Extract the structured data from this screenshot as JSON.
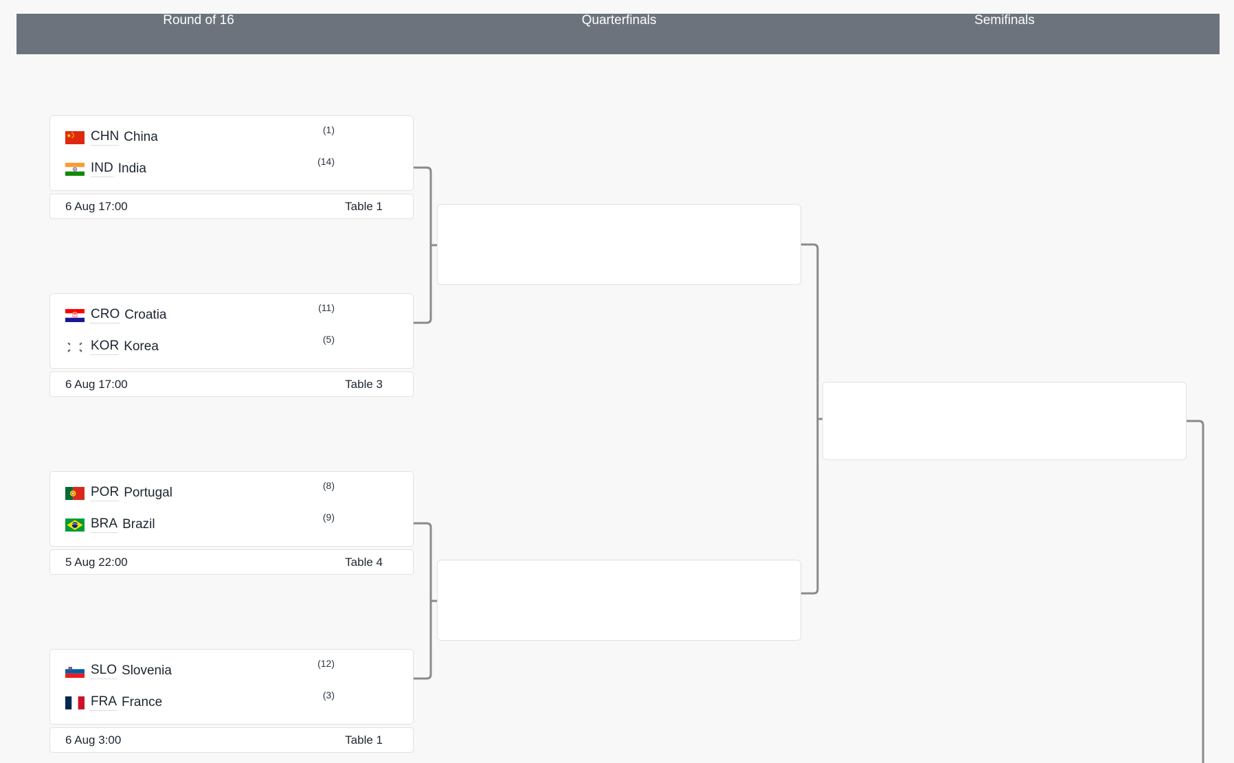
{
  "header": {
    "rounds": [
      {
        "label": "Round of 16"
      },
      {
        "label": "Quarterfinals"
      },
      {
        "label": "Semifinals"
      }
    ],
    "bar_color": "#6c737d",
    "text_color": "#ffffff"
  },
  "page": {
    "background": "#f8f8f8",
    "card_background": "#ffffff",
    "card_border": "#e2e2e2",
    "connector_color": "#8a8a8a"
  },
  "rounds": {
    "round_of_16": {
      "name": "Round of 16",
      "matches": [
        {
          "teams": [
            {
              "code": "CHN",
              "name": "China",
              "seed": "(1)",
              "flag": "flag-china"
            },
            {
              "code": "IND",
              "name": "India",
              "seed": "(14)",
              "flag": "flag-india"
            }
          ],
          "date": "6 Aug 17:00",
          "table": "Table 1"
        },
        {
          "teams": [
            {
              "code": "CRO",
              "name": "Croatia",
              "seed": "(11)",
              "flag": "flag-croatia"
            },
            {
              "code": "KOR",
              "name": "Korea",
              "seed": "(5)",
              "flag": "flag-korea"
            }
          ],
          "date": "6 Aug 17:00",
          "table": "Table 3"
        },
        {
          "teams": [
            {
              "code": "POR",
              "name": "Portugal",
              "seed": "(8)",
              "flag": "flag-portugal"
            },
            {
              "code": "BRA",
              "name": "Brazil",
              "seed": "(9)",
              "flag": "flag-brazil"
            }
          ],
          "date": "5 Aug 22:00",
          "table": "Table 4"
        },
        {
          "teams": [
            {
              "code": "SLO",
              "name": "Slovenia",
              "seed": "(12)",
              "flag": "flag-slovenia"
            },
            {
              "code": "FRA",
              "name": "France",
              "seed": "(3)",
              "flag": "flag-france"
            }
          ],
          "date": "6 Aug 3:00",
          "table": "Table 1"
        }
      ]
    },
    "quarterfinals": {
      "name": "Quarterfinals",
      "matches": [
        {
          "teams": [],
          "date": "",
          "table": ""
        },
        {
          "teams": [],
          "date": "",
          "table": ""
        }
      ]
    },
    "semifinals": {
      "name": "Semifinals",
      "matches": [
        {
          "teams": [],
          "date": "",
          "table": ""
        }
      ]
    }
  }
}
